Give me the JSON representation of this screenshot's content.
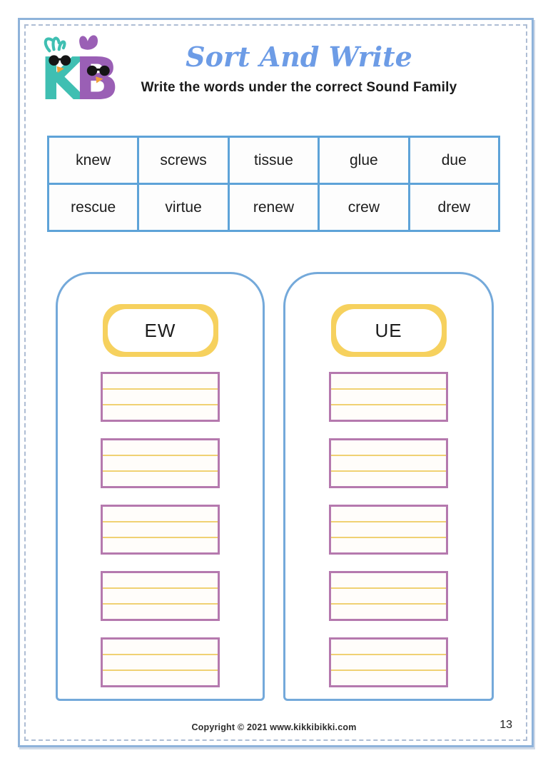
{
  "page": {
    "title": "Sort And Write",
    "subtitle": "Write the words under the correct Sound Family",
    "footer_copyright": "Copyright © 2021 www.kikkibikki.com",
    "page_number": "13"
  },
  "logo": {
    "letter_k": "K",
    "letter_b": "B",
    "k_color": "#3fbfb2",
    "b_color": "#9a5fb5",
    "beak_color": "#f0a23a"
  },
  "word_bank": {
    "rows": [
      [
        "knew",
        "screws",
        "tissue",
        "glue",
        "due"
      ],
      [
        "rescue",
        "virtue",
        "renew",
        "crew",
        "drew"
      ]
    ]
  },
  "sort_columns": [
    {
      "label": "EW",
      "slot_count": 5
    },
    {
      "label": "UE",
      "slot_count": 5
    }
  ],
  "colors": {
    "frame_blue": "#8fb3da",
    "table_blue": "#5ea3d8",
    "container_blue": "#74a9da",
    "title_blue": "#6d9ce6",
    "label_yellow": "#f6d15e",
    "slot_pink": "#b579ae",
    "line_yellow": "#f0d173"
  }
}
